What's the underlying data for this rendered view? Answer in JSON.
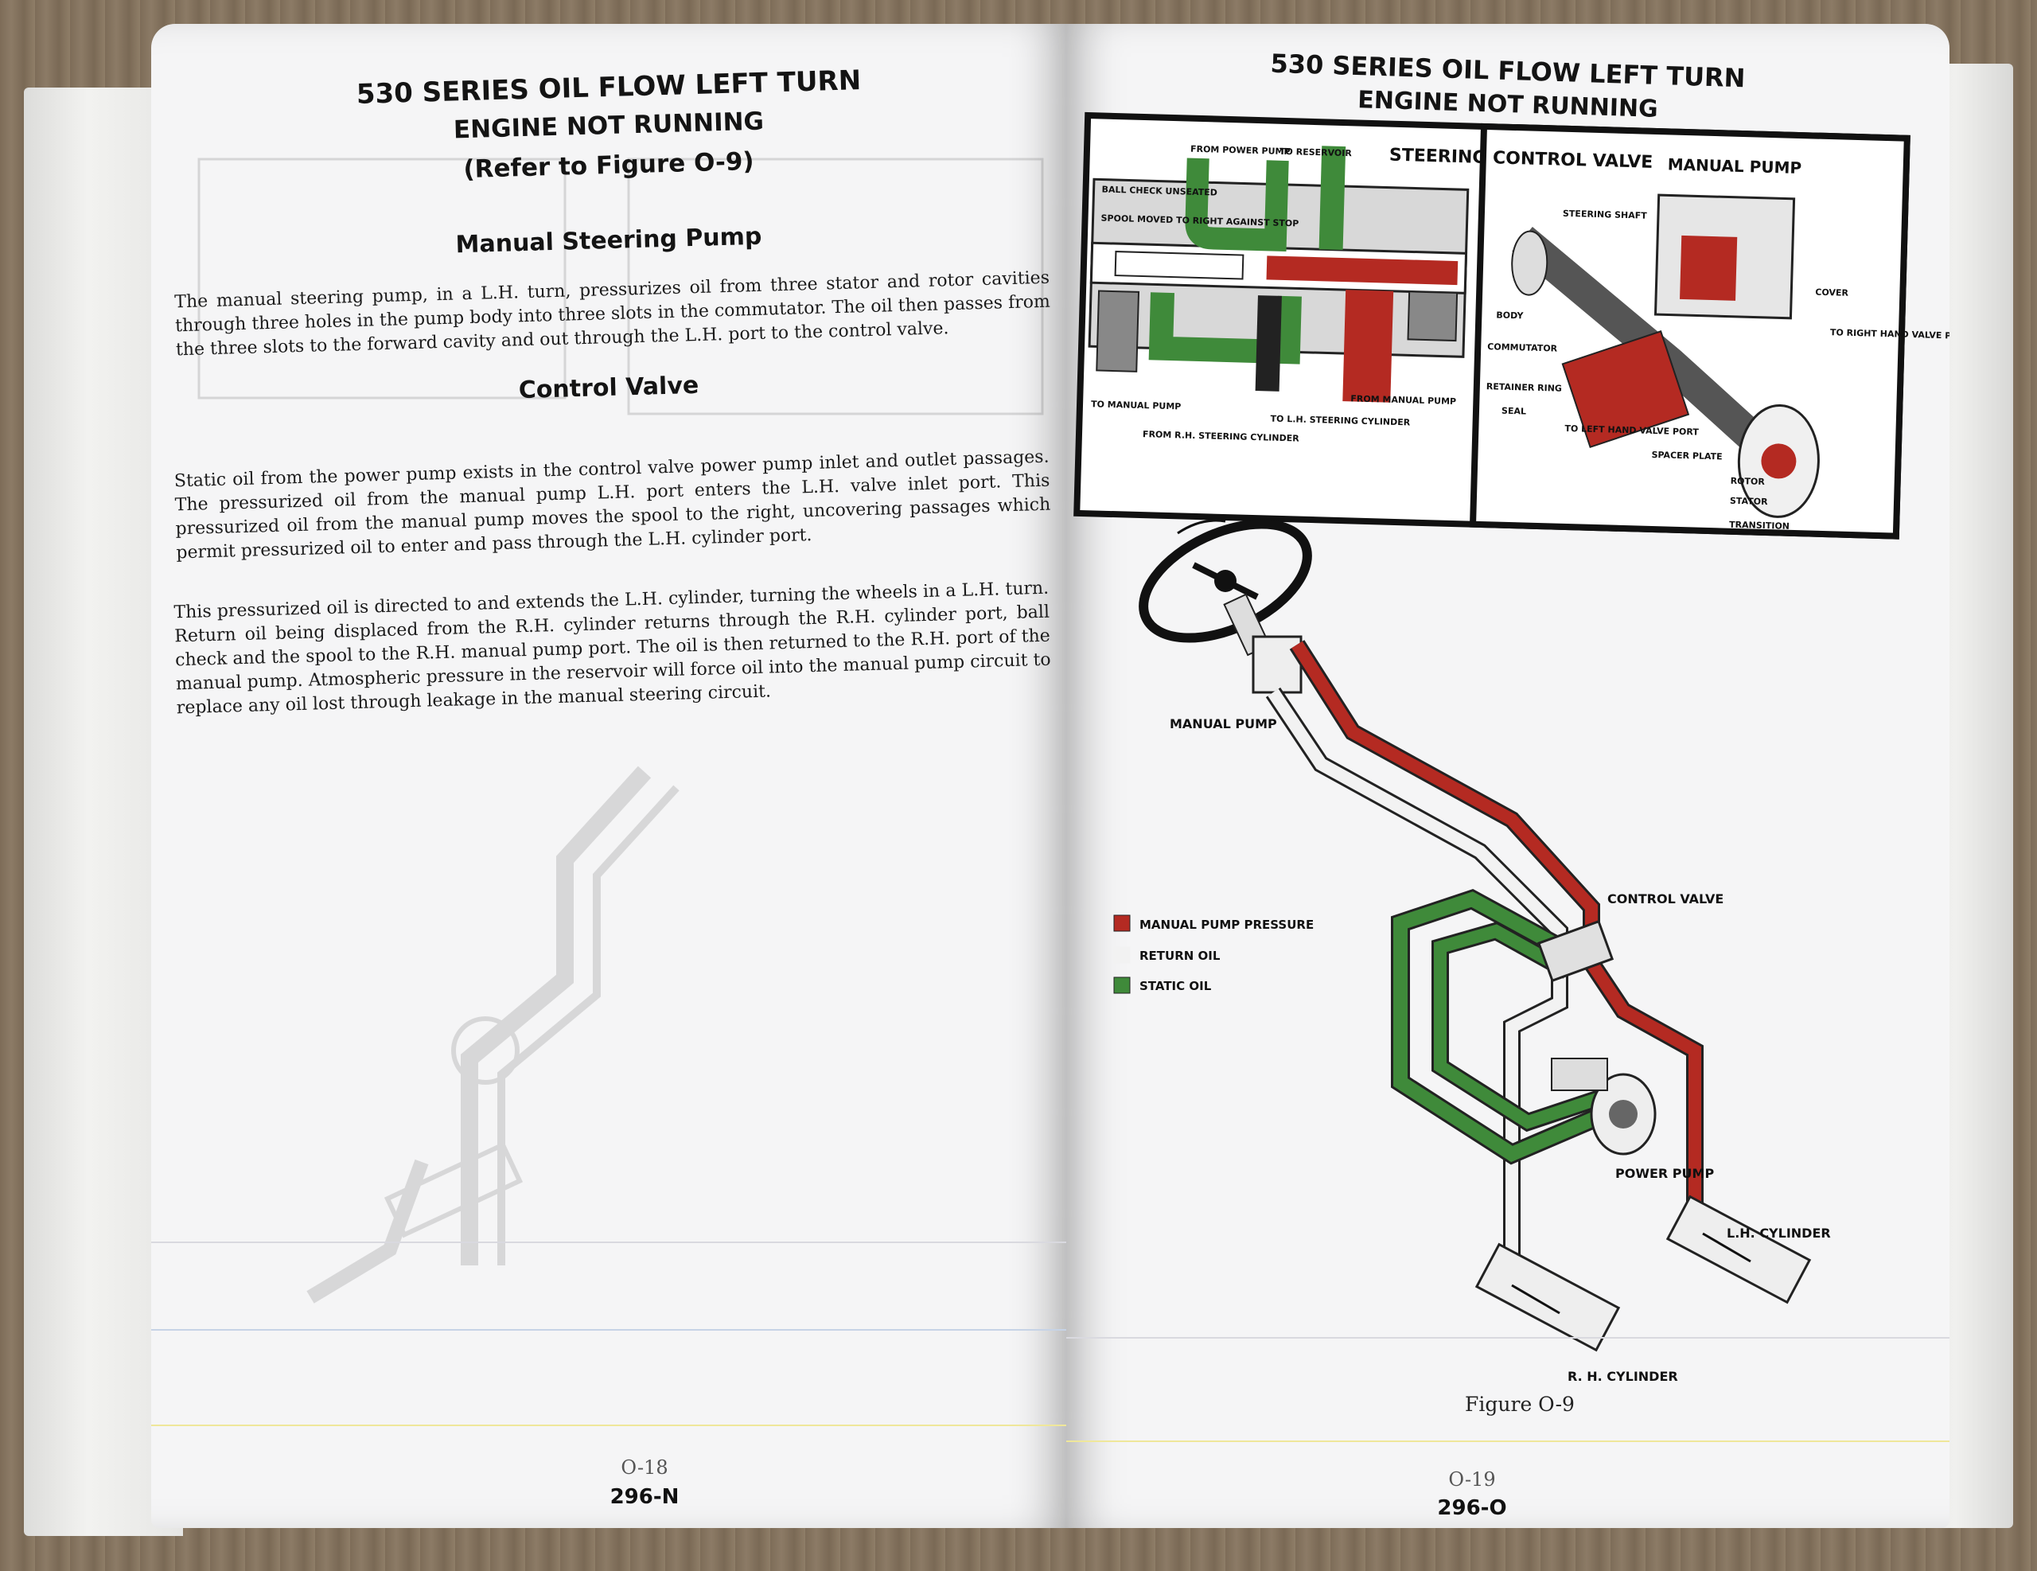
{
  "left_page": {
    "title_line1": "530 SERIES OIL FLOW LEFT TURN",
    "title_line2": "ENGINE NOT RUNNING",
    "title_line3": "(Refer to Figure O-9)",
    "section1_heading": "Manual Steering Pump",
    "section1_text": "The manual steering pump, in a L.H. turn, pressurizes oil from three stator and rotor cavities through three holes in the pump body into three slots in the commutator. The oil then passes from the three slots to the forward cavity and out through the L.H. port to the control valve.",
    "section2_heading": "Control Valve",
    "section2_text1": "Static oil from the power pump exists in the control valve power pump inlet and outlet passages. The pressurized oil from the manual pump L.H. port enters the L.H. valve inlet port. This pressurized oil from the manual pump moves the spool to the right, uncovering passages which permit pressurized oil to enter and pass through the L.H. cylinder port.",
    "section2_text2": "This pressurized oil is directed to and extends the L.H. cylinder, turning the wheels in a L.H. turn. Return oil being displaced from the R.H. cylinder returns through the R.H. cylinder port, ball check and the spool to the R.H. manual pump port. The oil is then returned to the R.H. port of the manual pump. Atmospheric pressure in the reservoir will force oil into the manual pump circuit to replace any oil lost through leakage in the manual steering circuit.",
    "folio": "O-18",
    "page_number": "296-N"
  },
  "right_page": {
    "title_line1": "530 SERIES OIL FLOW LEFT TURN",
    "title_line2": "ENGINE NOT RUNNING",
    "valve_inset": {
      "title": "STEERING CONTROL VALVE",
      "labels": [
        "FROM POWER PUMP",
        "TO RESERVOIR",
        "BALL CHECK UNSEATED",
        "SPOOL MOVED TO RIGHT AGAINST STOP",
        "TO MANUAL PUMP",
        "FROM R.H. STEERING CYLINDER",
        "TO L.H. STEERING CYLINDER",
        "FROM MANUAL PUMP"
      ]
    },
    "pump_inset": {
      "title": "MANUAL PUMP",
      "labels": [
        "STEERING SHAFT",
        "COVER",
        "BODY",
        "COMMUTATOR",
        "TO RIGHT HAND VALVE PORT",
        "RETAINER RING",
        "SEAL",
        "TO LEFT HAND VALVE PORT",
        "SPACER PLATE",
        "ROTOR",
        "STATOR",
        "TRANSITION"
      ]
    },
    "diagram_labels": {
      "manual_pump": "MANUAL PUMP",
      "control_valve": "CONTROL VALVE",
      "power_pump": "POWER PUMP",
      "lh_cylinder": "L.H. CYLINDER",
      "rh_cylinder": "R. H. CYLINDER"
    },
    "legend": [
      {
        "label": "MANUAL PUMP PRESSURE",
        "color": "#b42a22"
      },
      {
        "label": "RETURN OIL",
        "color": "#f2f2f2"
      },
      {
        "label": "STATIC OIL",
        "color": "#3f8a3a"
      }
    ],
    "caption": "Figure O-9",
    "folio": "O-19",
    "page_number": "296-O"
  },
  "colors": {
    "pressure": "#b42a22",
    "static": "#3f8a3a",
    "return": "#f2f2f2"
  }
}
